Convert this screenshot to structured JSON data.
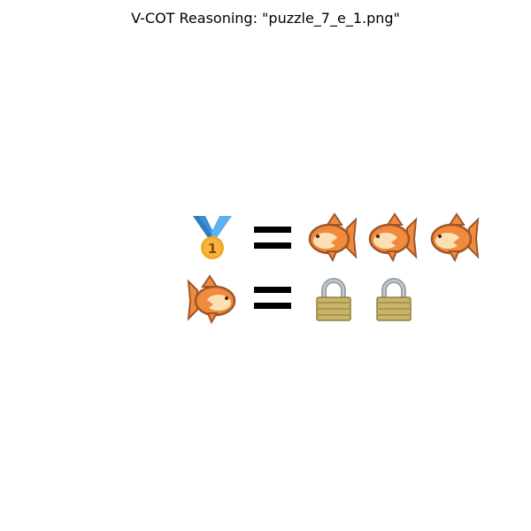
{
  "title": "V-COT Reasoning: \"puzzle_7_e_1.png\"",
  "colors": {
    "ribbon": "#4aa3e6",
    "medal": "#f5a623",
    "fish_body": "#f08a3c",
    "fish_belly": "#fbe0b4",
    "fish_outline": "#a0562a",
    "lock_body": "#c8b46a",
    "lock_shackle": "#9aa3ab",
    "equals": "#000000"
  },
  "equations": [
    {
      "lhs": [
        "medal-icon"
      ],
      "operator": "equals",
      "rhs": [
        "fish-icon",
        "fish-icon",
        "fish-icon"
      ]
    },
    {
      "lhs": [
        "fish-icon"
      ],
      "operator": "equals",
      "rhs": [
        "lock-icon",
        "lock-icon"
      ]
    }
  ]
}
